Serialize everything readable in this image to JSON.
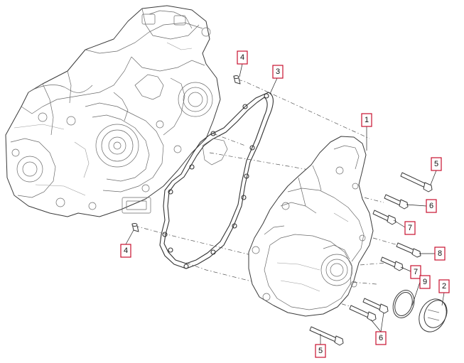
{
  "callouts": [
    {
      "id": "c1",
      "label": "1"
    },
    {
      "id": "c2",
      "label": "2"
    },
    {
      "id": "c3",
      "label": "3"
    },
    {
      "id": "c4a",
      "label": "4"
    },
    {
      "id": "c4b",
      "label": "4"
    },
    {
      "id": "c5a",
      "label": "5"
    },
    {
      "id": "c5b",
      "label": "5"
    },
    {
      "id": "c6a",
      "label": "6"
    },
    {
      "id": "c6b",
      "label": "6"
    },
    {
      "id": "c7a",
      "label": "7"
    },
    {
      "id": "c7b",
      "label": "7"
    },
    {
      "id": "c8",
      "label": "8"
    },
    {
      "id": "c9",
      "label": "9"
    }
  ],
  "colors": {
    "callout_border": "#c8102e",
    "linework": "#3a3a3a"
  }
}
